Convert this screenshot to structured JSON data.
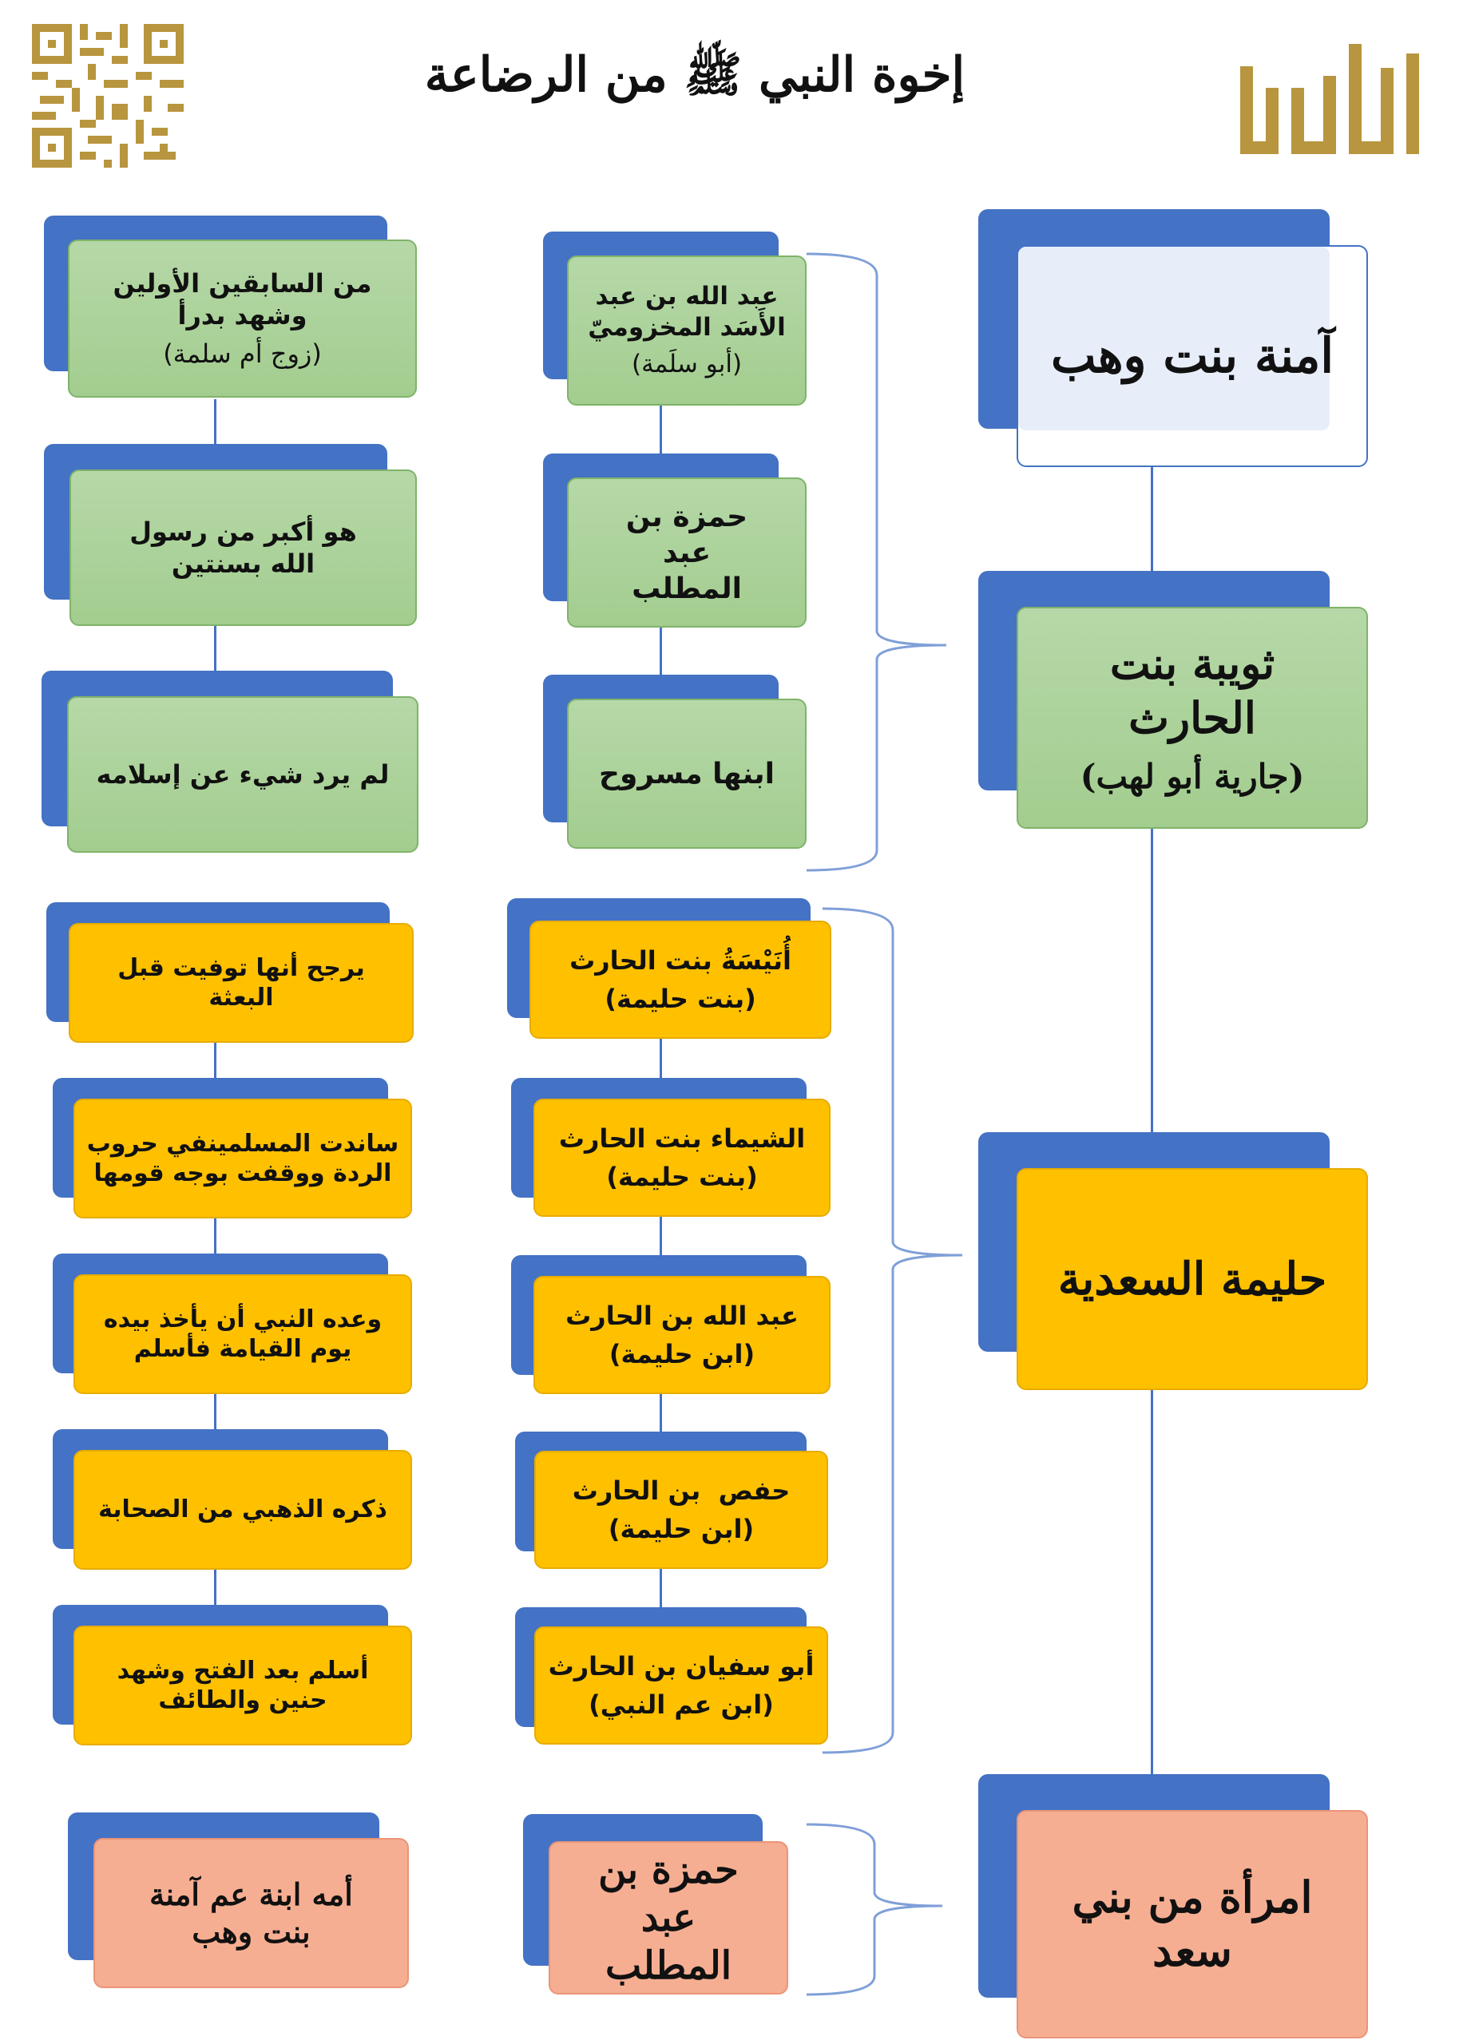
{
  "header": {
    "title": "إخوة النبي ﷺ من الرضاعة",
    "logo_text": "تارخنا"
  },
  "colors": {
    "blue": "#4472c4",
    "green": "#a9d18e",
    "yellow": "#ffc000",
    "salmon": "#f4b183",
    "gold": "#b8953f"
  },
  "mothers": {
    "amina": "آمنة بنت وهب",
    "thuwayba": {
      "line1": "ثويبة بنت الحارث",
      "line2": "(جارية أبو لهب)"
    },
    "halima": "حليمة السعدية",
    "bani_saad": "امرأة من بني سعد"
  },
  "thuwayba_children": [
    {
      "name": "عبد الله بن عبد الأَسَد المخزوميّ",
      "sub": "(أبو سلَمة)",
      "note": "من السابقين الأولين وشهد بدرأ",
      "note_sub": "(زوج أم سلمة)"
    },
    {
      "name": "حمزة بن عبد المطلب",
      "sub": "",
      "note": "هو أكبر من رسول الله بسنتين",
      "note_sub": ""
    },
    {
      "name": "ابنها مسروح",
      "sub": "",
      "note": "لم يرد شيء عن إسلامه",
      "note_sub": ""
    }
  ],
  "halima_children": [
    {
      "name": "أُنَيْسَةُ بنت الحارث",
      "sub": "(بنت حليمة)",
      "note": "يرجح أنها توفيت قبل البعثة"
    },
    {
      "name": "الشيماء بنت الحارث",
      "sub": "(بنت حليمة)",
      "note": "ساندت المسلمينفي حروب الردة ووقفت بوجه قومها"
    },
    {
      "name": "عبد الله بن الحارث",
      "sub": "(ابن حليمة)",
      "note": "وعده النبي أن يأخذ بيده يوم القيامة فأسلم"
    },
    {
      "name": "حفص  بن الحارث",
      "sub": "(ابن حليمة)",
      "note": "ذكره الذهبي من الصحابة"
    },
    {
      "name": "أبو سفيان بن الحارث",
      "sub": "(ابن عم النبي)",
      "note": "أسلم بعد الفتح وشهد حنين والطائف"
    }
  ],
  "bani_saad_children": [
    {
      "name": "حمزة بن عبد المطلب",
      "note": "أمه ابنة عم آمنة بنت وهب"
    }
  ]
}
